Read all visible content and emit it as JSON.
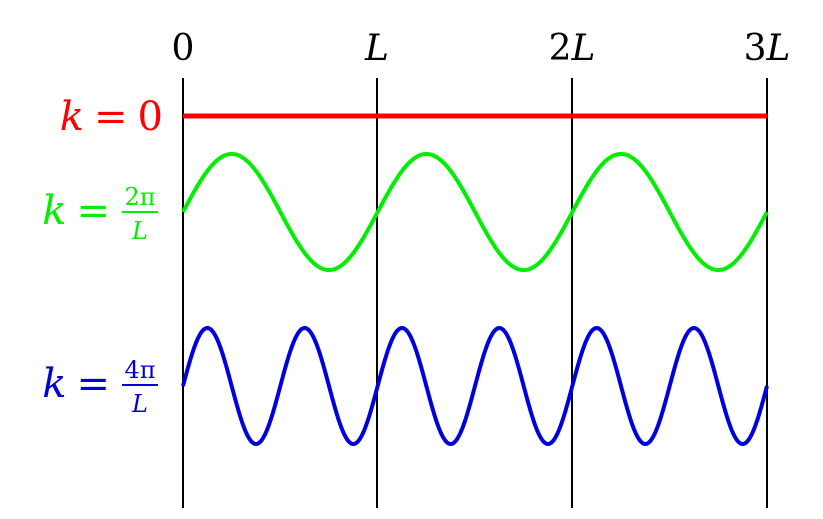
{
  "axis": {
    "ticks": [
      {
        "coef": "",
        "var": "0"
      },
      {
        "coef": "",
        "var": "L"
      },
      {
        "coef": "2",
        "var": "L"
      },
      {
        "coef": "3",
        "var": "L"
      }
    ]
  },
  "waves": [
    {
      "id": "k0",
      "color": "#ff0000",
      "label_lhs": "k",
      "label_eq": "=",
      "label_value": "0",
      "cycles_per_L": 0
    },
    {
      "id": "k2pi",
      "color": "#00ee00",
      "label_lhs": "k",
      "label_eq": "=",
      "frac_num": "2π",
      "frac_den": "L",
      "cycles_per_L": 1
    },
    {
      "id": "k4pi",
      "color": "#0000dd",
      "label_lhs": "k",
      "label_eq": "=",
      "frac_num": "4π",
      "frac_den": "L",
      "cycles_per_L": 2
    }
  ],
  "colors": {
    "axis_lines": "#000000"
  }
}
